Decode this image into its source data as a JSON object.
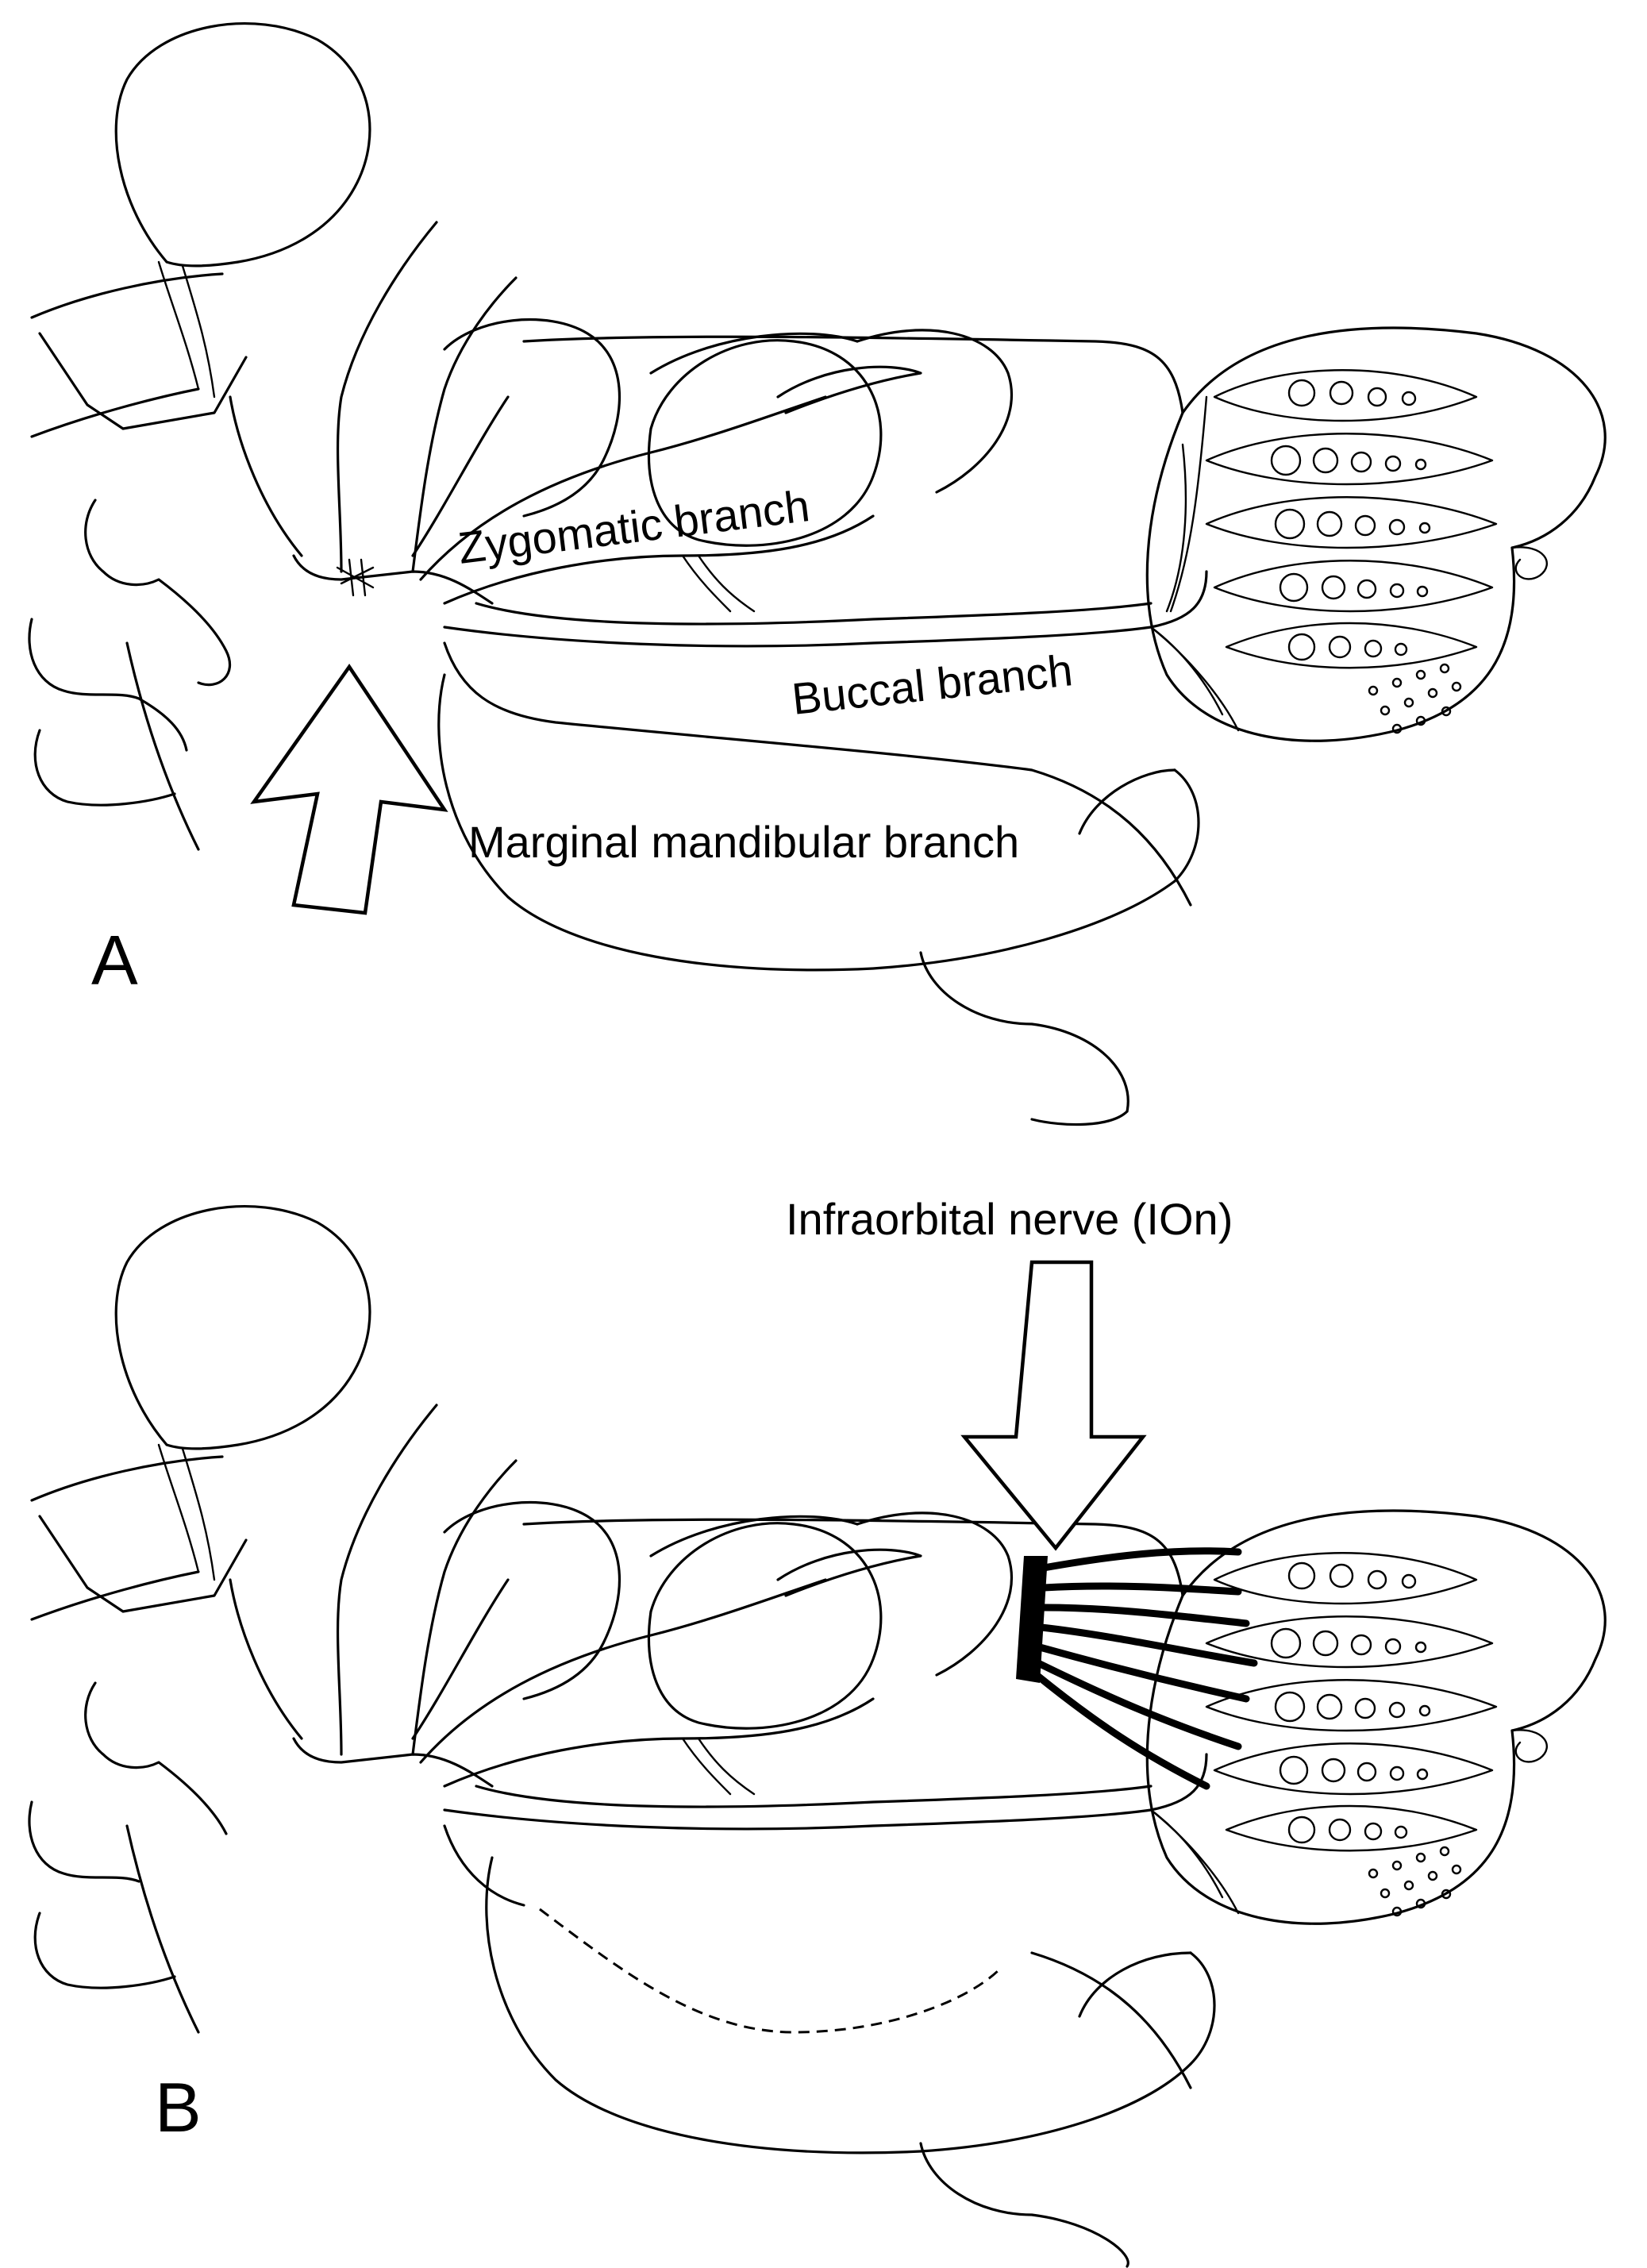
{
  "panel_a": {
    "letter": "A",
    "labels": {
      "zygomatic": "Zygomatic branch",
      "buccal": "Buccal branch",
      "marginal": "Marginal mandibular branch"
    }
  },
  "panel_b": {
    "letter": "B",
    "labels": {
      "infraorbital": "Infraorbital nerve (IOn)"
    }
  },
  "colors": {
    "line": "#000000",
    "background": "#ffffff"
  }
}
